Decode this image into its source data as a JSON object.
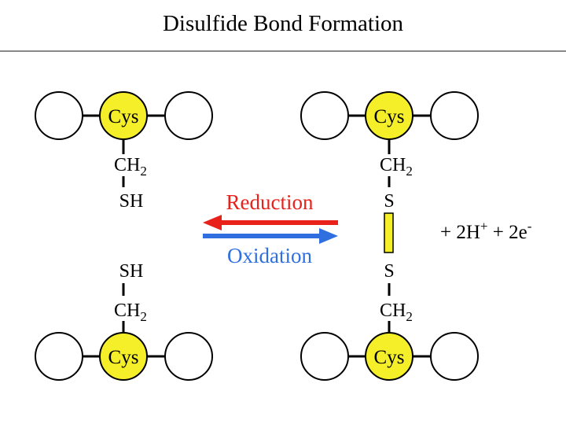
{
  "title": "Disulfide Bond Formation",
  "residue_label": "Cys",
  "ch2_main": "CH",
  "ch2_sub": "2",
  "sh": "SH",
  "s": "S",
  "reduction": "Reduction",
  "oxidation": "Oxidation",
  "products": {
    "lead": "+ 2H",
    "h_sup": "+",
    "mid": " + 2e",
    "e_sup": "-"
  },
  "colors": {
    "cys_fill": "#f5ef2a",
    "reduction": "#e8211b",
    "oxidation": "#2f6fe0",
    "bond_fill": "#f5ef2a"
  }
}
